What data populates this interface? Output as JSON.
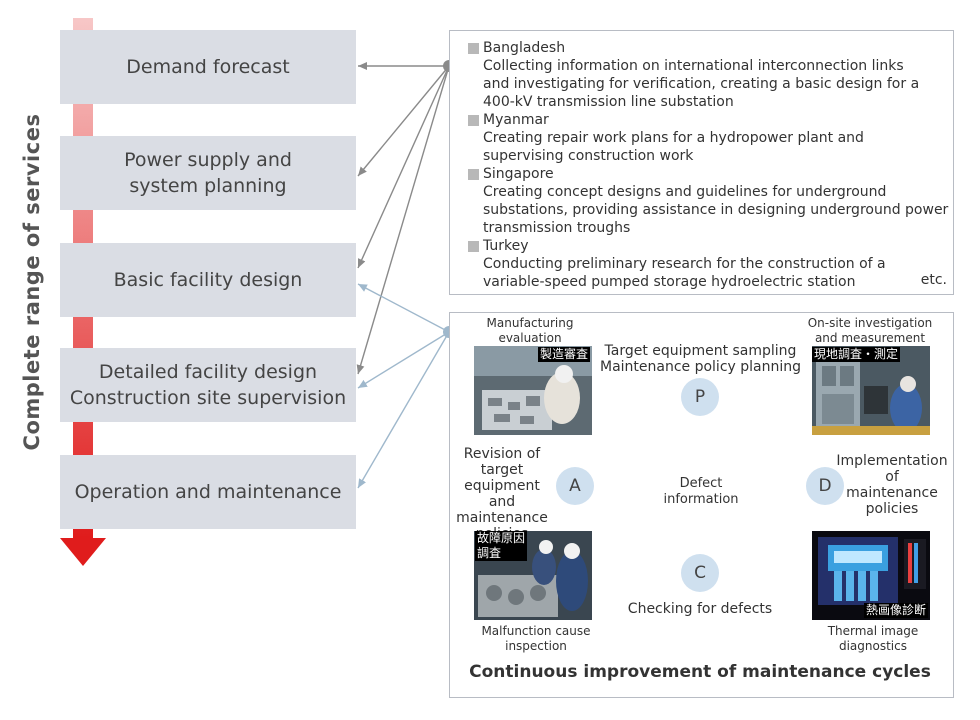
{
  "side_label": "Complete range of services",
  "stages": [
    {
      "label": "Demand forecast"
    },
    {
      "label": "Power supply and\nsystem planning"
    },
    {
      "label": "Basic facility design"
    },
    {
      "label": "Detailed facility design\nConstruction site supervision"
    },
    {
      "label": "Operation and maintenance"
    }
  ],
  "projects": [
    {
      "country": "Bangladesh",
      "desc": "Collecting information on international interconnection links\nand investigating for verification, creating a basic design for a\n400-kV transmission line substation"
    },
    {
      "country": "Myanmar",
      "desc": "Creating repair work plans for a hydropower plant and\nsupervising construction work"
    },
    {
      "country": "Singapore",
      "desc": "Creating concept designs and guidelines for underground\n substations, providing assistance in designing underground power\n transmission troughs"
    },
    {
      "country": "Turkey",
      "desc": "Conducting preliminary research for the construction of a\nvariable-speed pumped storage hydroelectric station"
    }
  ],
  "projects_etc": "etc.",
  "cycle": {
    "nodes": {
      "p": "P",
      "d": "D",
      "c": "C",
      "a": "A"
    },
    "p_caption": "Target equipment sampling\nMaintenance policy planning",
    "d_caption": "Implementation\nof\nmaintenance\npolicies",
    "c_caption": "Checking for defects",
    "a_caption": "Revision of target\nequipment\nand\nmaintenance\npolicies",
    "center": "Defect\ninformation",
    "photos": {
      "top_left": {
        "caption": "Manufacturing\nevaluation",
        "tag": "製造審査"
      },
      "top_right": {
        "caption": "On-site investigation\nand measurement",
        "tag": "現地調査・測定"
      },
      "bottom_left": {
        "caption": "Malfunction cause\ninspection",
        "tag": "故障原因\n調査"
      },
      "bottom_right": {
        "caption": "Thermal image\ndiagnostics",
        "tag": "熱画像診断"
      }
    },
    "footer": "Continuous improvement of maintenance cycles"
  },
  "colors": {
    "stage_bg": "#dadde4",
    "arrow_gray": "#8a8a8a",
    "arrow_blue": "#9fb8cc",
    "node_fill": "#cfe0ef",
    "pink_arrow": "#e8aaa0",
    "bar_top": "#f6c2c2",
    "bar_bottom": "#e02020"
  }
}
